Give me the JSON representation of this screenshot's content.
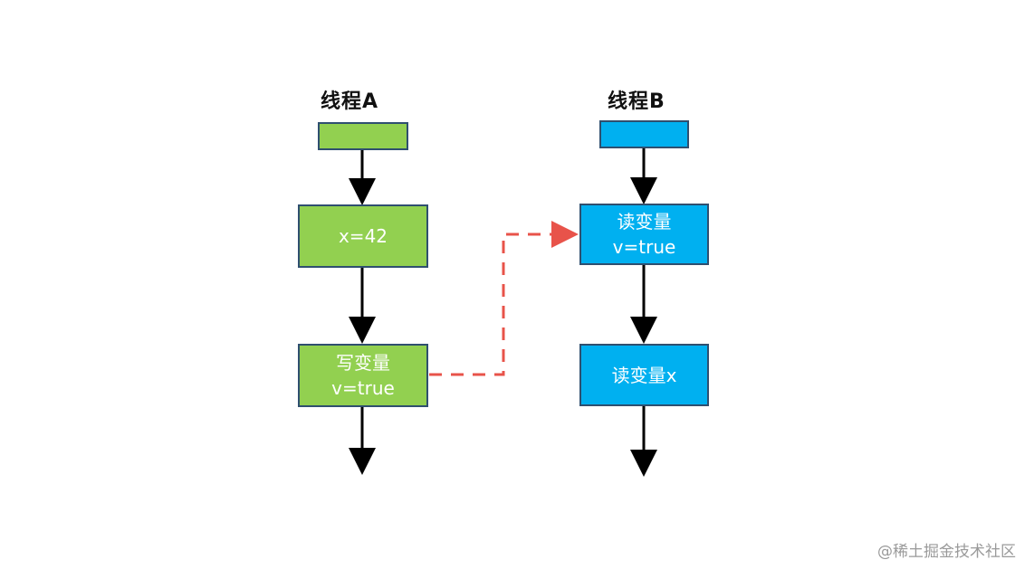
{
  "thread_a": {
    "title": "线程A",
    "blocks": [
      {
        "lines": []
      },
      {
        "lines": [
          "x=42"
        ]
      },
      {
        "lines": [
          "写变量",
          "v=true"
        ]
      }
    ]
  },
  "thread_b": {
    "title": "线程B",
    "blocks": [
      {
        "lines": []
      },
      {
        "lines": [
          "读变量",
          "v=true"
        ]
      },
      {
        "lines": [
          "读变量x"
        ]
      }
    ]
  },
  "colors": {
    "thread_a_fill": "#92d050",
    "thread_b_fill": "#00b0f0",
    "box_border": "#2f4f6f",
    "dashed_arrow": "#e8534a",
    "arrow": "#000000"
  },
  "watermark": "@稀土掘金技术社区"
}
